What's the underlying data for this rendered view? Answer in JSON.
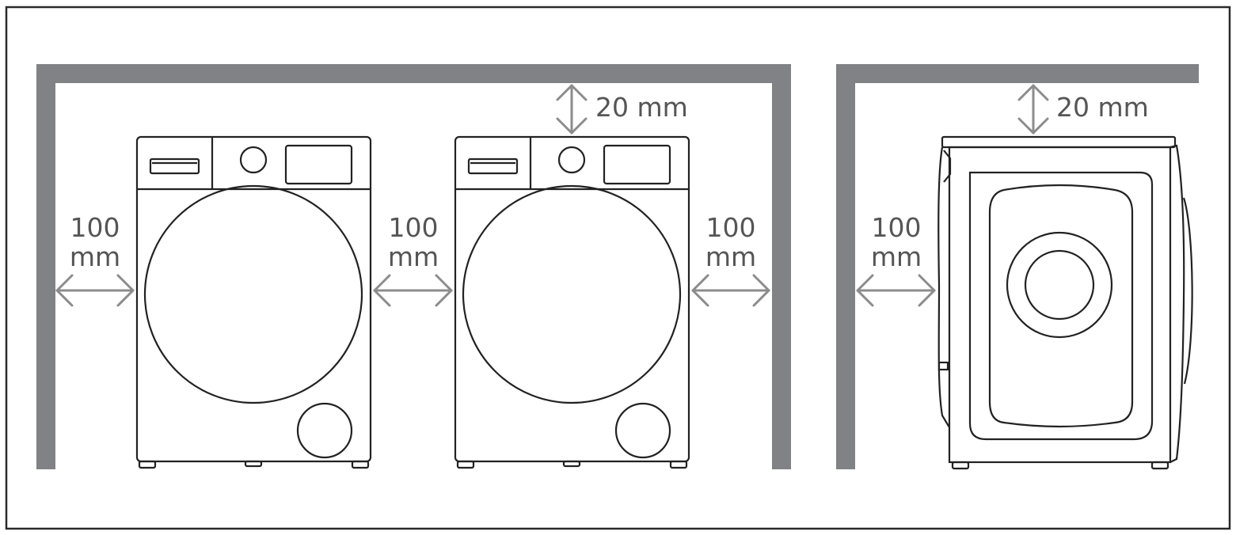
{
  "labels": {
    "clearance_1_num": "100",
    "clearance_1_unit": "mm",
    "clearance_2_num": "100",
    "clearance_2_unit": "mm",
    "clearance_3_num": "100",
    "clearance_3_unit": "mm",
    "top_clearance_1": "20 mm",
    "side_clearance_num": "100",
    "side_clearance_unit": "mm",
    "top_clearance_2": "20 mm"
  },
  "colors": {
    "wall": "#808285",
    "arrow": "#8c8c8c",
    "outline": "#222222",
    "text": "#555555"
  }
}
